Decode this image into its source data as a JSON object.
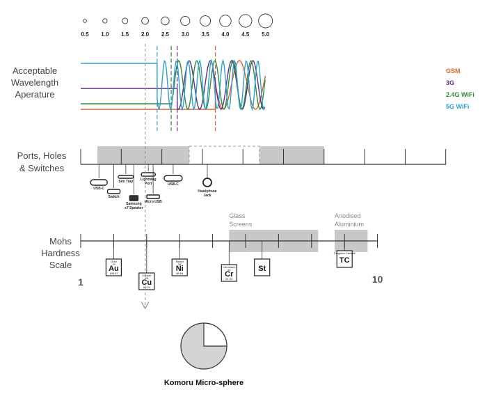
{
  "size_scale": {
    "labels": [
      "0.5",
      "1.0",
      "1.5",
      "2.0",
      "2.5",
      "3.0",
      "3.5",
      "4.0",
      "4.5",
      "5.0"
    ],
    "values": [
      0.5,
      1.0,
      1.5,
      2.0,
      2.5,
      3.0,
      3.5,
      4.0,
      4.5,
      5.0
    ]
  },
  "wavelength": {
    "title_lines": [
      "Acceptable",
      "Wavelength",
      "Aperature"
    ],
    "series": [
      {
        "name": "GSM",
        "color": "#e0622a",
        "start": 3.75
      },
      {
        "name": "3G",
        "color": "#5b2d8c",
        "start": 2.8
      },
      {
        "name": "2.4G WiFi",
        "color": "#2e8b3a",
        "start": 2.65
      },
      {
        "name": "5G WiFi",
        "color": "#2ea0d0",
        "start": 2.3
      }
    ]
  },
  "ports": {
    "title_lines": [
      "Ports, Holes",
      "& Switches"
    ],
    "items": [
      {
        "label_lines": [
          "USB-C"
        ],
        "at": 0.85
      },
      {
        "label_lines": [
          "Sim Tray"
        ],
        "at": 1.52
      },
      {
        "label_lines": [
          "Switch"
        ],
        "at": 1.22
      },
      {
        "label_lines": [
          "Samsung",
          "s7 Speaker"
        ],
        "at": 1.72
      },
      {
        "label_lines": [
          "Lightning",
          "Port"
        ],
        "at": 2.08
      },
      {
        "label_lines": [
          "Micro USB"
        ],
        "at": 2.2
      },
      {
        "label_lines": [
          "USB-C"
        ],
        "at": 2.7
      },
      {
        "label_lines": [
          "Headphone",
          "Jack"
        ],
        "at": 3.55
      }
    ]
  },
  "mohs": {
    "title_lines": [
      "Mohs",
      "Hardness",
      "Scale"
    ],
    "start_label": "1",
    "end_label": "10",
    "ranges": [
      {
        "label_lines": [
          "Glass",
          "Screens"
        ],
        "from": 5.5,
        "to": 8.2
      },
      {
        "label_lines": [
          "Anodised",
          "Aluminium"
        ],
        "from": 8.7,
        "to": 9.7
      }
    ],
    "materials": [
      {
        "name": "Gold",
        "number": "79",
        "symbol": "Au",
        "mass": "196.97",
        "hardness": 2.0
      },
      {
        "name": "Copper",
        "number": "29",
        "symbol": "Cu",
        "mass": "63.54",
        "hardness": 3.0
      },
      {
        "name": "Nickel",
        "number": "28",
        "symbol": "Ni",
        "mass": "58.69",
        "hardness": 4.0
      },
      {
        "name": "Chromium",
        "number": "24",
        "symbol": "Cr",
        "mass": "51.00",
        "hardness": 5.5
      },
      {
        "name": "Steel",
        "number": "",
        "symbol": "St",
        "mass": "",
        "hardness": 6.5
      },
      {
        "name": "Tungsten Carbide",
        "number": "",
        "symbol": "TC",
        "mass": "",
        "hardness": 9.0
      }
    ]
  },
  "marker_size": 2.0,
  "result": {
    "caption": "Komoru Micro-sphere",
    "cutout_fraction": 0.25
  }
}
